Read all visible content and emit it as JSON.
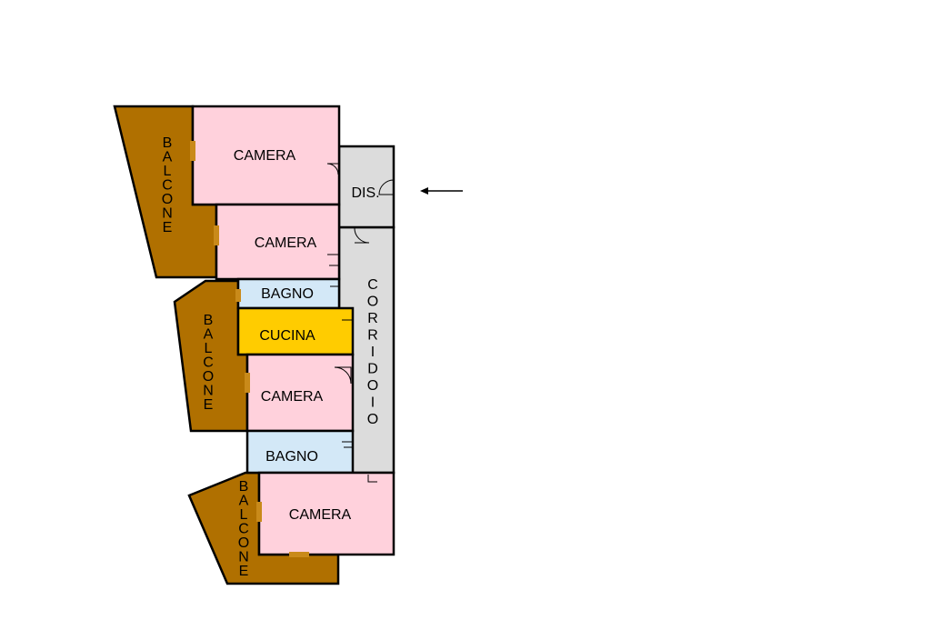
{
  "colors": {
    "camera": "#ffd1dc",
    "bagno": "#d3e8f7",
    "cucina": "#ffcc00",
    "balcone": "#b07000",
    "corridoio": "#dcdcdc",
    "stroke": "#000000"
  },
  "rooms": {
    "camera_1": "CAMERA",
    "camera_2": "CAMERA",
    "camera_3": "CAMERA",
    "camera_4": "CAMERA",
    "bagno_1": "BAGNO",
    "bagno_2": "BAGNO",
    "cucina": "CUCINA",
    "dis": "DIS.",
    "corridoio": "CORRIDOIO",
    "balcone_1": "BALCONE",
    "balcone_2": "BALCONE",
    "balcone_3": "BALCONE"
  },
  "entrance_arrow": "left-arrow-icon"
}
